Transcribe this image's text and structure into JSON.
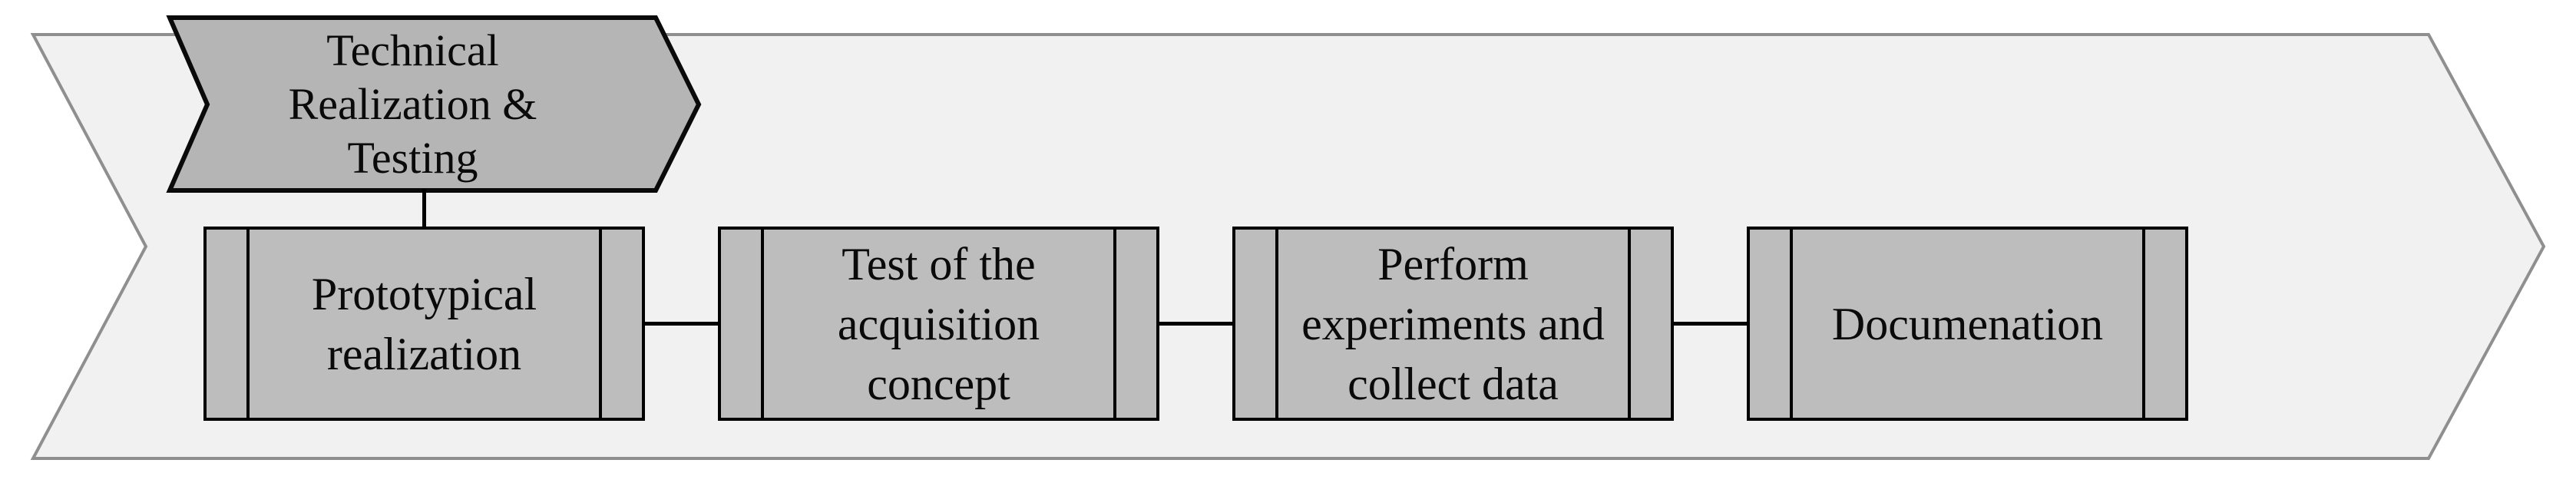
{
  "diagram": {
    "phase": {
      "label": "Technical\nRealization &\nTesting"
    },
    "steps": [
      {
        "label": "Prototypical\nrealization"
      },
      {
        "label": "Test of the\nacquisition\nconcept"
      },
      {
        "label": "Perform\nexperiments and\ncollect data"
      },
      {
        "label": "Documenation"
      }
    ],
    "colors": {
      "band_fill": "#f1f1f1",
      "band_border": "#8f8f8f",
      "phase_fill": "#b5b5b5",
      "phase_border": "#0a0a0a",
      "step_fill": "#bdbdbd",
      "step_border": "#000000",
      "text": "#0a0a0a"
    }
  }
}
